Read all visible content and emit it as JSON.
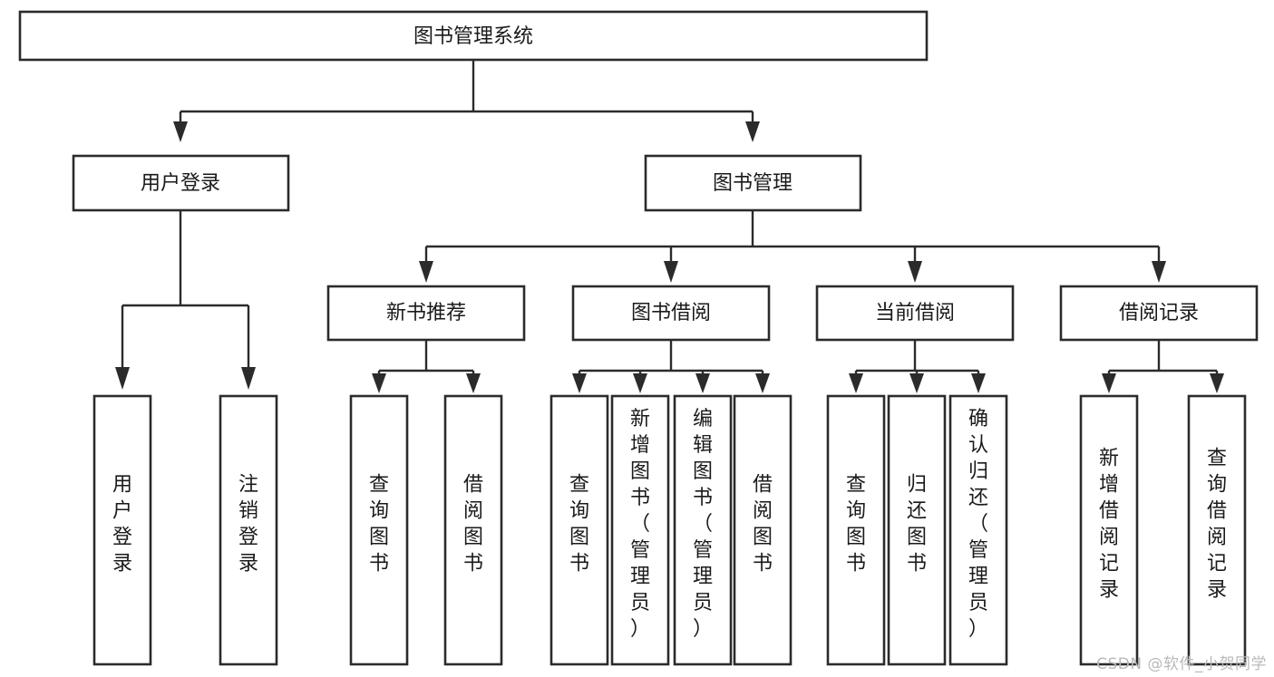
{
  "diagram": {
    "type": "tree-hierarchy",
    "title": "图书管理系统",
    "watermark": "CSDN @软件_小贺同学",
    "colors": {
      "box_stroke": "#2b2b2b",
      "box_fill": "#ffffff",
      "text": "#1a1a1a",
      "background": "#ffffff",
      "watermark": "#b9b9b9"
    },
    "levels": {
      "root": {
        "label": "图书管理系统"
      },
      "level2": [
        {
          "id": "user-login",
          "label": "用户登录"
        },
        {
          "id": "book-management",
          "label": "图书管理"
        }
      ],
      "level3": [
        {
          "id": "new-book-recommend",
          "label": "新书推荐",
          "parent": "book-management"
        },
        {
          "id": "book-borrow",
          "label": "图书借阅",
          "parent": "book-management"
        },
        {
          "id": "current-borrow",
          "label": "当前借阅",
          "parent": "book-management"
        },
        {
          "id": "borrow-record",
          "label": "借阅记录",
          "parent": "book-management"
        }
      ],
      "leaves": {
        "user-login": [
          {
            "id": "leaf-user-login",
            "label": "用户登录"
          },
          {
            "id": "leaf-logout-login",
            "label": "注销登录"
          }
        ],
        "new-book-recommend": [
          {
            "id": "leaf-query-book-1",
            "label": "查询图书"
          },
          {
            "id": "leaf-borrow-book-1",
            "label": "借阅图书"
          }
        ],
        "book-borrow": [
          {
            "id": "leaf-query-book-2",
            "label": "查询图书"
          },
          {
            "id": "leaf-add-book",
            "label": "新增图书（管理员）"
          },
          {
            "id": "leaf-edit-book",
            "label": "编辑图书（管理员）"
          },
          {
            "id": "leaf-borrow-book-2",
            "label": "借阅图书"
          }
        ],
        "current-borrow": [
          {
            "id": "leaf-query-book-3",
            "label": "查询图书"
          },
          {
            "id": "leaf-return-book",
            "label": "归还图书"
          },
          {
            "id": "leaf-confirm-return",
            "label": "确认归还（管理员）"
          }
        ],
        "borrow-record": [
          {
            "id": "leaf-add-record",
            "label": "新增借阅记录"
          },
          {
            "id": "leaf-query-record",
            "label": "查询借阅记录"
          }
        ]
      }
    }
  }
}
